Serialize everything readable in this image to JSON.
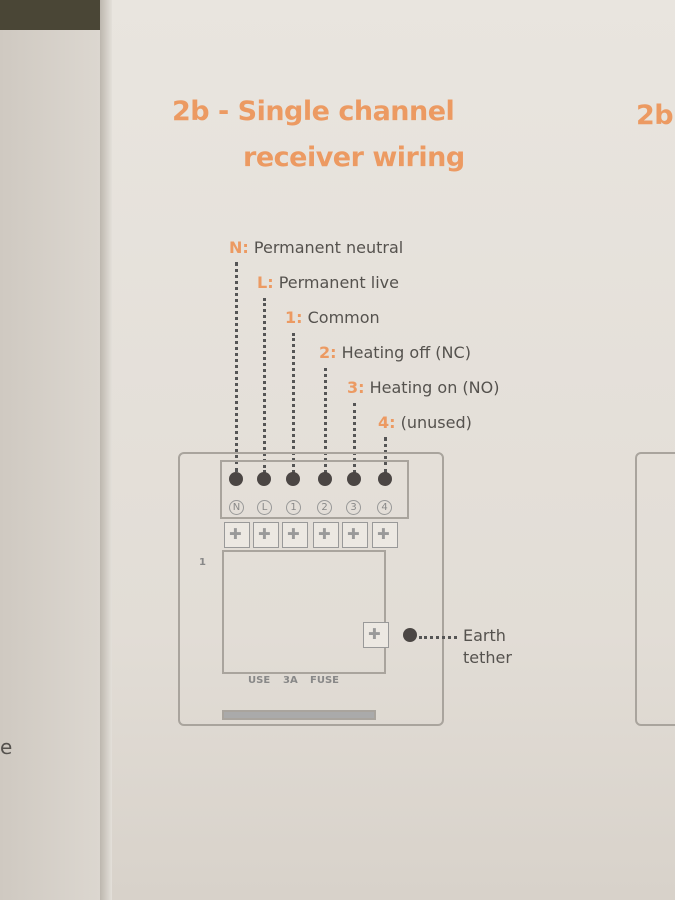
{
  "left_page": {
    "fragment": "e"
  },
  "title": {
    "line1": "2b - Single channel",
    "line2": "receiver wiring"
  },
  "right_page": {
    "fragment": "2b"
  },
  "terminals": [
    {
      "key": "N:",
      "desc": "Permanent neutral",
      "mark": "N"
    },
    {
      "key": "L:",
      "desc": "Permanent live",
      "mark": "L"
    },
    {
      "key": "1:",
      "desc": "Common",
      "mark": "1"
    },
    {
      "key": "2:",
      "desc": "Heating off (NC)",
      "mark": "2"
    },
    {
      "key": "3:",
      "desc": "Heating on (NO)",
      "mark": "3"
    },
    {
      "key": "4:",
      "desc": "(unused)",
      "mark": "4"
    }
  ],
  "earth": {
    "line1": "Earth",
    "line2": "tether"
  },
  "fuse_label": {
    "a": "USE",
    "b": "3A",
    "c": "FUSE"
  },
  "side_mark": "1",
  "accent": "#ec9a62"
}
